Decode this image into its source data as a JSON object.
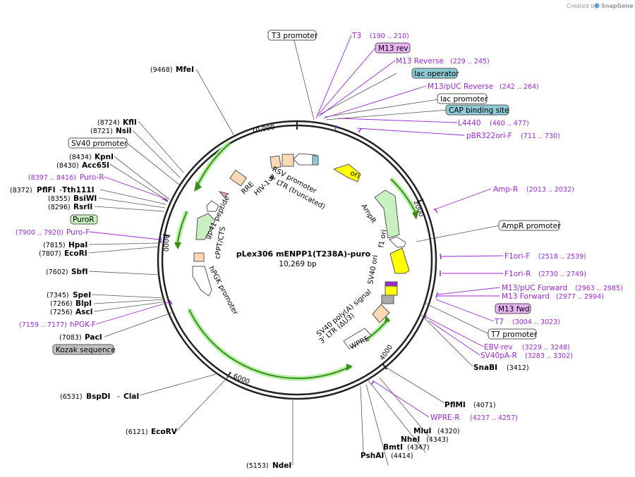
{
  "credit": {
    "prefix": "Created by",
    "brand": "SnapGene"
  },
  "plasmid": {
    "name": "pLex306 mENPP1(T238A)-puro",
    "size": "10,269 bp"
  },
  "ticks": [
    {
      "label": "10,000"
    },
    {
      "label": "2000"
    },
    {
      "label": "4000"
    },
    {
      "label": "6000"
    },
    {
      "label": "8000"
    }
  ],
  "inner_labels": {
    "rsv": "RSV promoter",
    "ltr5": "5' LTR (truncated)",
    "hiv": "HIV-1 Ψ",
    "rre": "RRE",
    "gp41": "gp41 peptide",
    "cppt": "cPPT/CTS",
    "hpgk": "hPGK promoter",
    "ori": "ori",
    "ampr": "AmpR",
    "f1ori": "f1 ori",
    "sv40ori": "SV40 ori",
    "sv40pa": "SV40 poly(A) signal",
    "ltr3": "3' LTR (ΔU3)",
    "wpre": "WPRE"
  },
  "right_labels": {
    "t3prom": "T3 promoter",
    "t3": "T3",
    "t3pos": "(190 .. 210)",
    "m13rev": "M13 rev",
    "m13reverse": "M13 Reverse",
    "m13reversepos": "(229 .. 245)",
    "lacop": "lac operator",
    "m13puc": "M13/pUC Reverse",
    "m13pucpos": "(242 .. 264)",
    "lacprom": "lac promoter",
    "cap": "CAP binding site",
    "l4440": "L4440",
    "l4440pos": "(460 .. 477)",
    "pbr": "pBR322ori-F",
    "pbrpos": "(711 .. 730)",
    "ampr": "Amp-R",
    "amprpos": "(2013 .. 2032)",
    "amprprom": "AmpR promoter",
    "f1orif": "F1ori-F",
    "f1orifpos": "(2518 .. 2539)",
    "f1orir": "F1ori-R",
    "f1orirpos": "(2730 .. 2749)",
    "m13pucfwd": "M13/pUC Forward",
    "m13pucfwdpos": "(2963 .. 2985)",
    "m13fwdlong": "M13 Forward",
    "m13fwdlongpos": "(2977 .. 2994)",
    "m13fwd": "M13 fwd",
    "t7": "T7",
    "t7pos": "(3004 .. 3023)",
    "t7prom": "T7 promoter",
    "ebv": "EBV-rev",
    "ebvpos": "(3229 .. 3248)",
    "sv40pa": "SV40pA-R",
    "sv40papos": "(3283 .. 3302)",
    "snabi": "SnaBI",
    "snabipos": "(3412)",
    "pflmi": "PflMI",
    "pflmipos": "(4071)",
    "wprer": "WPRE-R",
    "wprerpos": "(4237 .. 4257)",
    "mlui": "MluI",
    "mluipos": "(4320)",
    "nhei": "NheI",
    "nheipos": "(4343)",
    "bmti": "BmtI",
    "bmtipos": "(4347)",
    "pshai": "PshAI",
    "pshaipos": "(4414)"
  },
  "left_labels": {
    "mfei": "MfeI",
    "mfeipos": "(9468)",
    "kfli": "KflI",
    "kflipos": "(8724)",
    "nsii": "NsiI",
    "nsiipos": "(8721)",
    "sv40prom": "SV40 promoter",
    "kpni": "KpnI",
    "kpnipos": "(8434)",
    "acc65i": "Acc65I",
    "acc65ipos": "(8430)",
    "puror": "Puro-R",
    "purorpos": "(8397 .. 8416)",
    "pflfi": "PflFI",
    "pflfipos": "(8372)",
    "tth": "Tth111I",
    "bsiwi": "BsiWI",
    "bsiwipos": "(8355)",
    "rsrii": "RsrII",
    "rsriipos": "(8296)",
    "puror_box": "PuroR",
    "purof": "Puro-F",
    "purofpos": "(7900 .. 7920)",
    "hpai": "HpaI",
    "hpaipos": "(7815)",
    "ecori": "EcoRI",
    "ecoripos": "(7807)",
    "sbfi": "SbfI",
    "sbfipos": "(7602)",
    "spei": "SpeI",
    "speipos": "(7345)",
    "blpi": "BlpI",
    "blpipos": "(7266)",
    "asci": "AscI",
    "ascipos": "(7256)",
    "hpgkf": "hPGK-F",
    "hpgkfpos": "(7159 .. 7177)",
    "paci": "PacI",
    "pacipos": "(7083)",
    "kozak": "Kozak sequence",
    "bspdi": "BspDI",
    "bspdipos": "(6531)",
    "clai": "ClaI",
    "ecorv": "EcoRV",
    "ecorvpos": "(6121)",
    "ndei": "NdeI",
    "ndeipos": "(5153)"
  },
  "colors": {
    "primer": "#9c27d3",
    "feature_green": "#c8f0c0",
    "feature_yellow": "#ffff00",
    "feature_peach": "#fcd9b4",
    "box_purple": "#e6b3f0",
    "box_teal": "#8ec9d6",
    "box_gray": "#c0c0c0"
  }
}
